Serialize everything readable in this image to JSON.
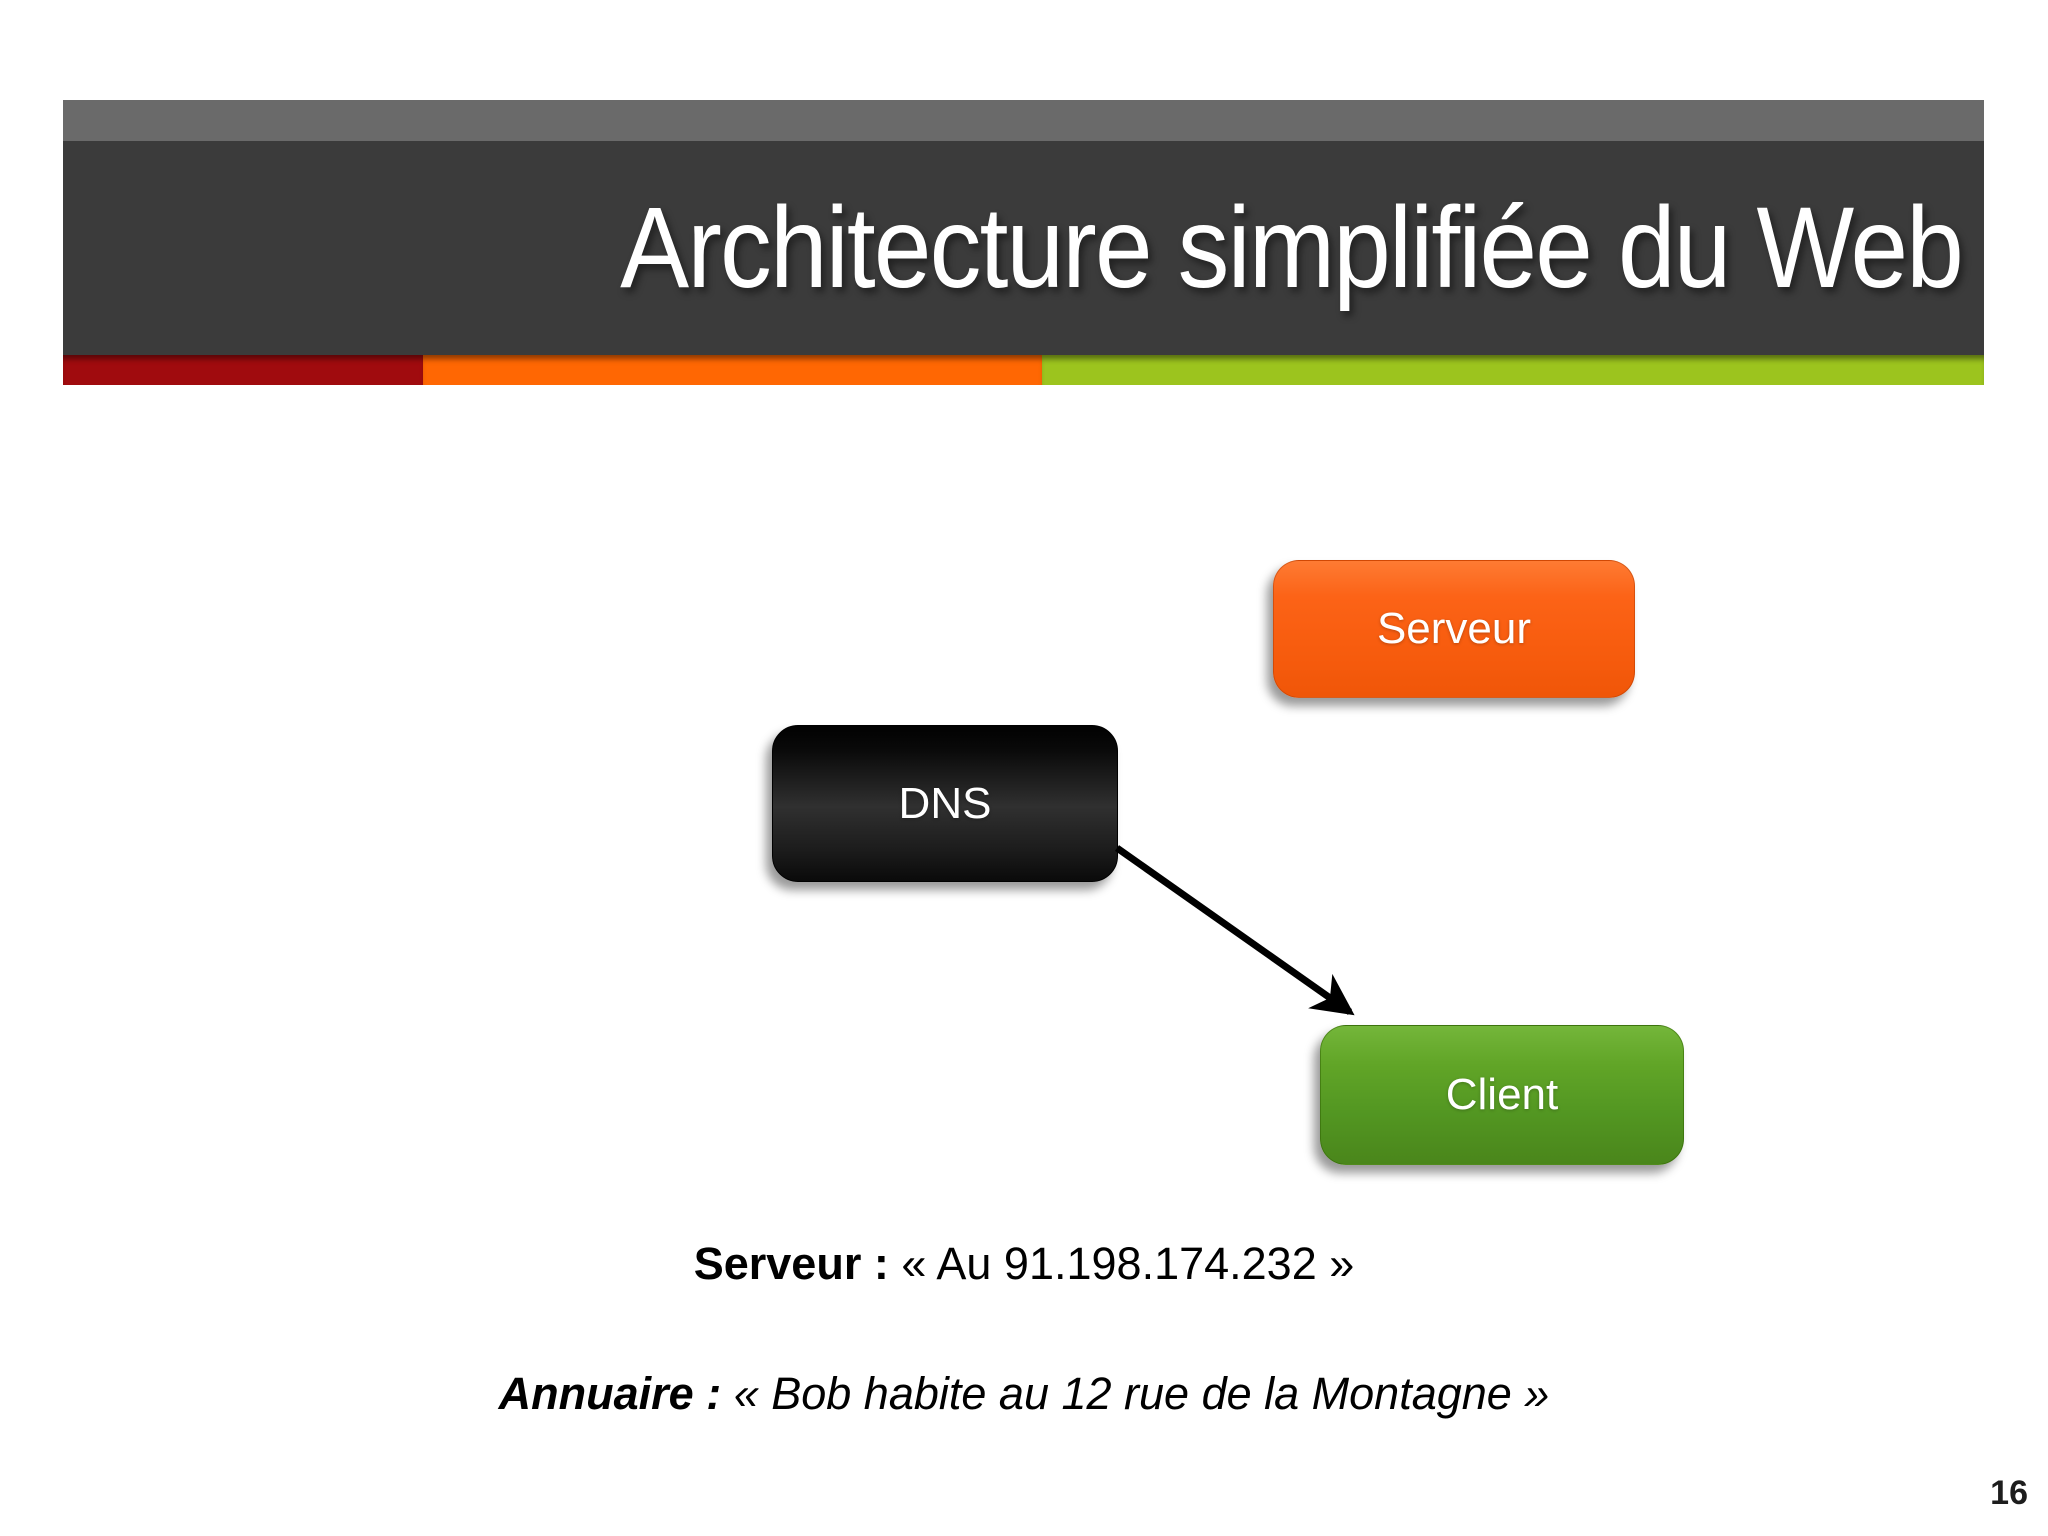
{
  "slide": {
    "title": "Architecture simplifiée du Web",
    "page_number": "16",
    "colors": {
      "header_top": "#6A6A6A",
      "header_main": "#3B3B3B",
      "strip_red": "#A00B0E",
      "strip_orange": "#FF6703",
      "strip_green": "#9CC41E",
      "node_serveur": "#F85D0F",
      "node_dns": "#141414",
      "node_client": "#539722",
      "title_text": "#FFFFFF",
      "body_text": "#000000"
    },
    "nodes": [
      {
        "id": "serveur",
        "label": "Serveur"
      },
      {
        "id": "dns",
        "label": "DNS"
      },
      {
        "id": "client",
        "label": "Client"
      }
    ],
    "connections": [
      {
        "from": "DNS",
        "to": "Client"
      }
    ],
    "captions": {
      "line1_label": "Serveur :",
      "line1_text": "« Au 91.198.174.232 »",
      "line2_label": "Annuaire :",
      "line2_text": "« Bob habite au 12 rue de la Montagne »"
    }
  }
}
